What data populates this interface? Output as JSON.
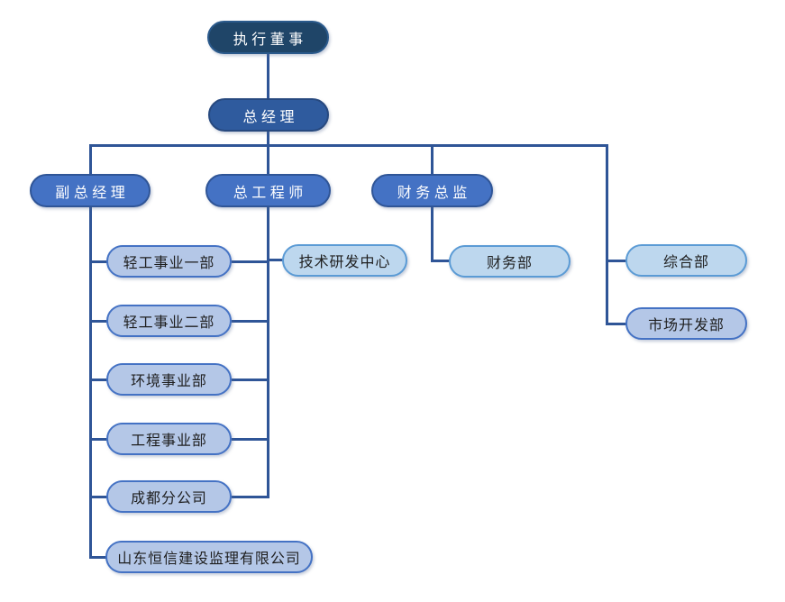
{
  "palette": {
    "level1_fill": "#1F4568",
    "level2_fill": "#2F5B9E",
    "level3_fill": "#4472C4",
    "level3_border": "#2F5597",
    "dept_lavender_fill": "#B4C7E7",
    "dept_lavender_border": "#4472C4",
    "dept_sky_fill": "#BDD7EE",
    "dept_sky_border": "#5B9BD5",
    "connector": "#2F5597",
    "text_light": "#FFFFFF",
    "text_dark": "#1F1F1F",
    "background": "#FFFFFF"
  },
  "nodes": {
    "executive_director": {
      "label": "执行董事"
    },
    "general_manager": {
      "label": "总经理"
    },
    "deputy_general_manager": {
      "label": "副总经理"
    },
    "chief_engineer": {
      "label": "总工程师"
    },
    "finance_director": {
      "label": "财务总监"
    },
    "light_industry_div_1": {
      "label": "轻工事业一部"
    },
    "light_industry_div_2": {
      "label": "轻工事业二部"
    },
    "environment_div": {
      "label": "环境事业部"
    },
    "engineering_div": {
      "label": "工程事业部"
    },
    "chengdu_branch": {
      "label": "成都分公司"
    },
    "shandong_hengxin": {
      "label": "山东恒信建设监理有限公司"
    },
    "tech_rd_center": {
      "label": "技术研发中心"
    },
    "finance_dept": {
      "label": "财务部"
    },
    "general_affairs_dept": {
      "label": "综合部"
    },
    "market_dev_dept": {
      "label": "市场开发部"
    }
  },
  "edges": [
    {
      "from": "executive_director",
      "to": "general_manager"
    },
    {
      "from": "general_manager",
      "to": "deputy_general_manager"
    },
    {
      "from": "general_manager",
      "to": "chief_engineer"
    },
    {
      "from": "general_manager",
      "to": "finance_director"
    },
    {
      "from": "general_manager",
      "to": "general_affairs_dept"
    },
    {
      "from": "general_manager",
      "to": "market_dev_dept"
    },
    {
      "from": "deputy_general_manager",
      "to": "light_industry_div_1"
    },
    {
      "from": "deputy_general_manager",
      "to": "light_industry_div_2"
    },
    {
      "from": "deputy_general_manager",
      "to": "environment_div"
    },
    {
      "from": "deputy_general_manager",
      "to": "engineering_div"
    },
    {
      "from": "deputy_general_manager",
      "to": "chengdu_branch"
    },
    {
      "from": "deputy_general_manager",
      "to": "shandong_hengxin"
    },
    {
      "from": "chief_engineer",
      "to": "tech_rd_center"
    },
    {
      "from": "chief_engineer",
      "to": "light_industry_div_1"
    },
    {
      "from": "chief_engineer",
      "to": "light_industry_div_2"
    },
    {
      "from": "chief_engineer",
      "to": "environment_div"
    },
    {
      "from": "chief_engineer",
      "to": "engineering_div"
    },
    {
      "from": "chief_engineer",
      "to": "chengdu_branch"
    },
    {
      "from": "finance_director",
      "to": "finance_dept"
    }
  ]
}
